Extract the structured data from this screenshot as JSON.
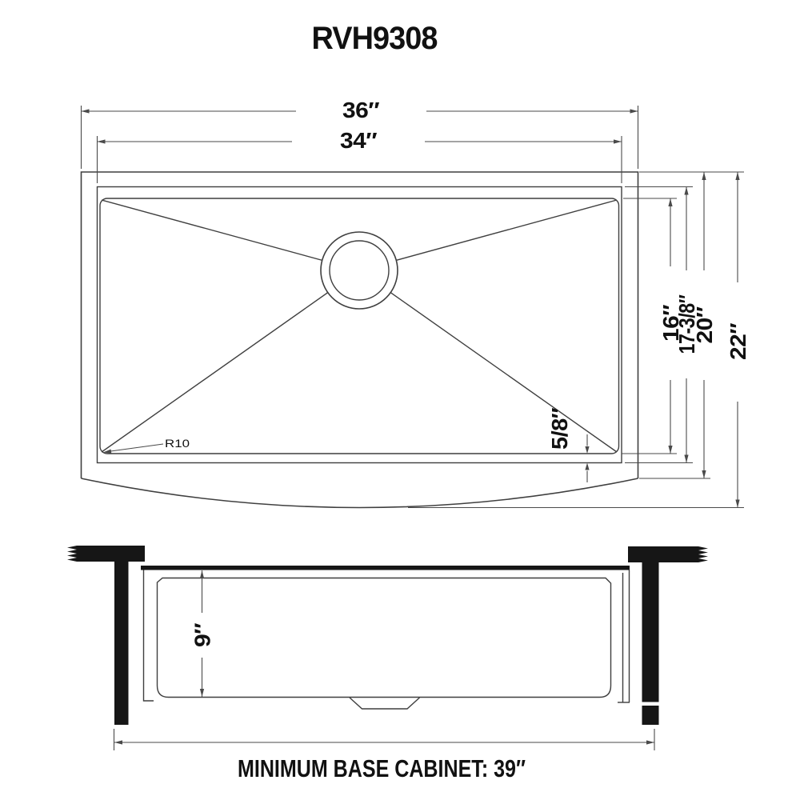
{
  "title": "RVH9308",
  "top_view": {
    "overall_width": "36″",
    "bowl_width": "34″",
    "bowl_depth": "16″",
    "inner_depth": "17-3/8″",
    "rim_depth": "20″",
    "overall_depth": "22″",
    "rim_lip": "5/8″",
    "corner_radius": "R10"
  },
  "front_view": {
    "bowl_height": "9″"
  },
  "footer": {
    "min_base_cabinet": "MINIMUM BASE CABINET: 39″"
  },
  "colors": {
    "background": "#ffffff",
    "line": "#3f3f3f",
    "dim": "#4a4a4a",
    "heavy": "#161616",
    "text": "#111111"
  }
}
